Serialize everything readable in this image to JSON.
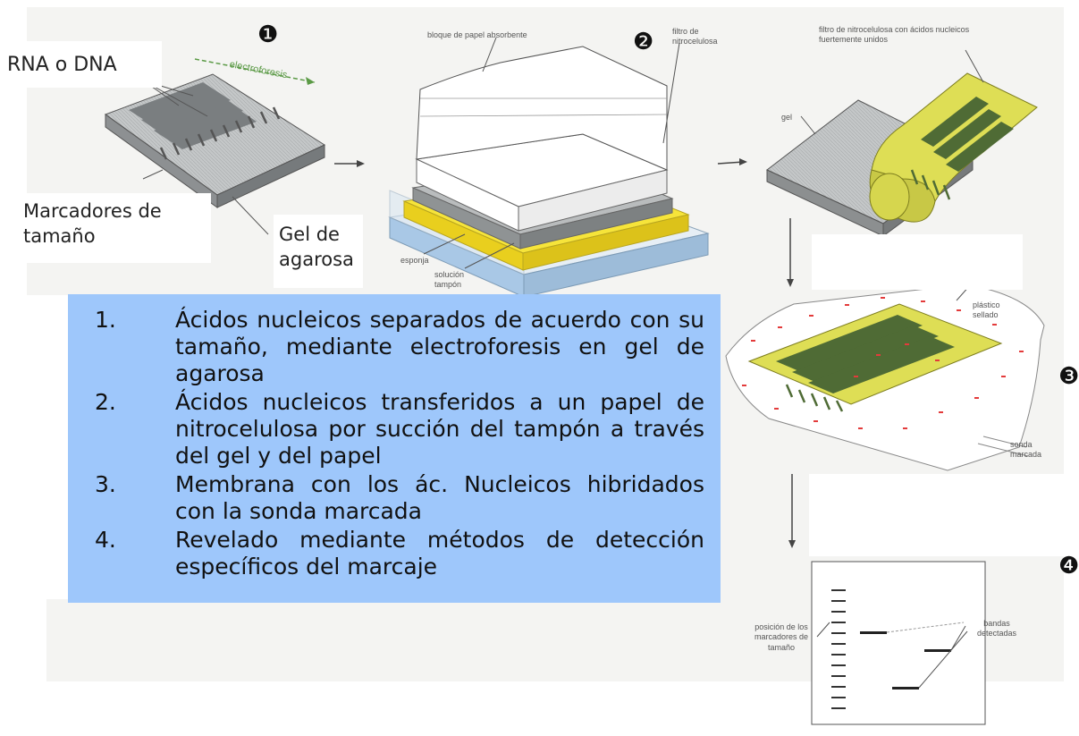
{
  "markers": {
    "m1": "❶",
    "m2": "❷",
    "m3": "❸",
    "m4": "❹"
  },
  "labels": {
    "rna_dna": "RNA o DNA",
    "electroforesis": "electroforesis",
    "marcadores": "Marcadores de tamaño",
    "gel_agarosa": "Gel de agarosa",
    "bloque_papel": "bloque de papel absorbente",
    "filtro_nitro": "filtro de nitrocelulosa",
    "esponja": "esponja",
    "solucion": "solución tampón",
    "filtro_acidos": "filtro de nitrocelulosa con ácidos nucleicos fuertemente unidos",
    "gel": "gel",
    "plastico": "plástico sellado",
    "sonda": "sonda marcada",
    "posicion": "posición de los marcadores de tamaño",
    "bandas": "bandas detectadas"
  },
  "steps": [
    {
      "num": "1.",
      "text": "Ácidos nucleicos separados de acuerdo con su tamaño, mediante electroforesis en gel de agarosa"
    },
    {
      "num": "2.",
      "text": "Ácidos nucleicos transferidos a un papel de nitrocelulosa por succión del tampón a través del gel y del papel"
    },
    {
      "num": "3.",
      "text": "Membrana con los ác. Nucleicos hibridados con la sonda marcada"
    },
    {
      "num": "4.",
      "text": "Revelado mediante métodos de detección específicos del marcaje"
    }
  ],
  "colors": {
    "gel_grey": "#b9bcbd",
    "membrane_yellow": "#dede55",
    "band_green": "#4f6b35",
    "sponge_blue": "#a9c8e6",
    "filter_yellow": "#f6e43a",
    "probe_red": "#e33b3b",
    "steps_bg": "#9ec7fb"
  }
}
